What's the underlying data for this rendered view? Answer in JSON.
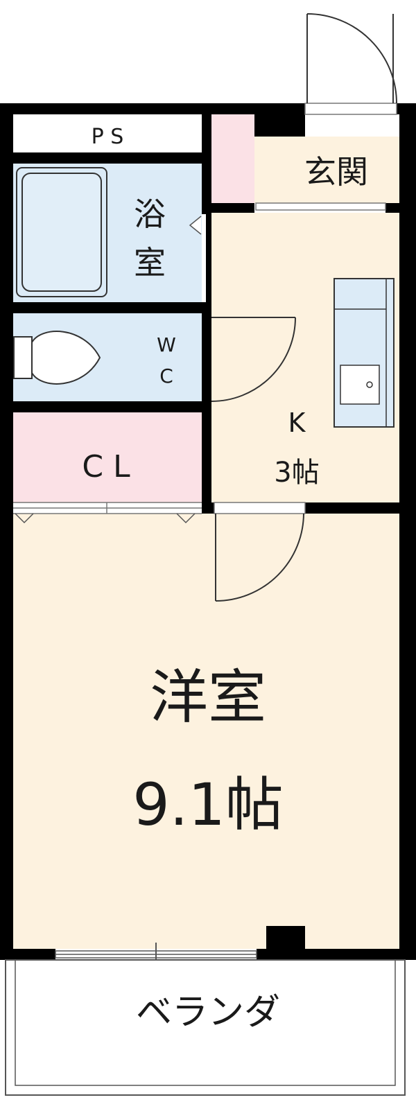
{
  "floorplan": {
    "ps": "P S",
    "entrance": "玄関",
    "bath": [
      "浴",
      "室"
    ],
    "wc": [
      "W",
      "C"
    ],
    "closet": "C L",
    "kitchen": {
      "name": "K",
      "size": "3帖"
    },
    "western_room": {
      "name": "洋室",
      "size": "9.1帖"
    },
    "balcony": "ベランダ"
  },
  "colors": {
    "wall": "#000000",
    "floor_cream": "#fdf2df",
    "wet_blue": "#dcebf7",
    "storage_pink": "#fbe1e6",
    "line_gray": "#777777"
  }
}
